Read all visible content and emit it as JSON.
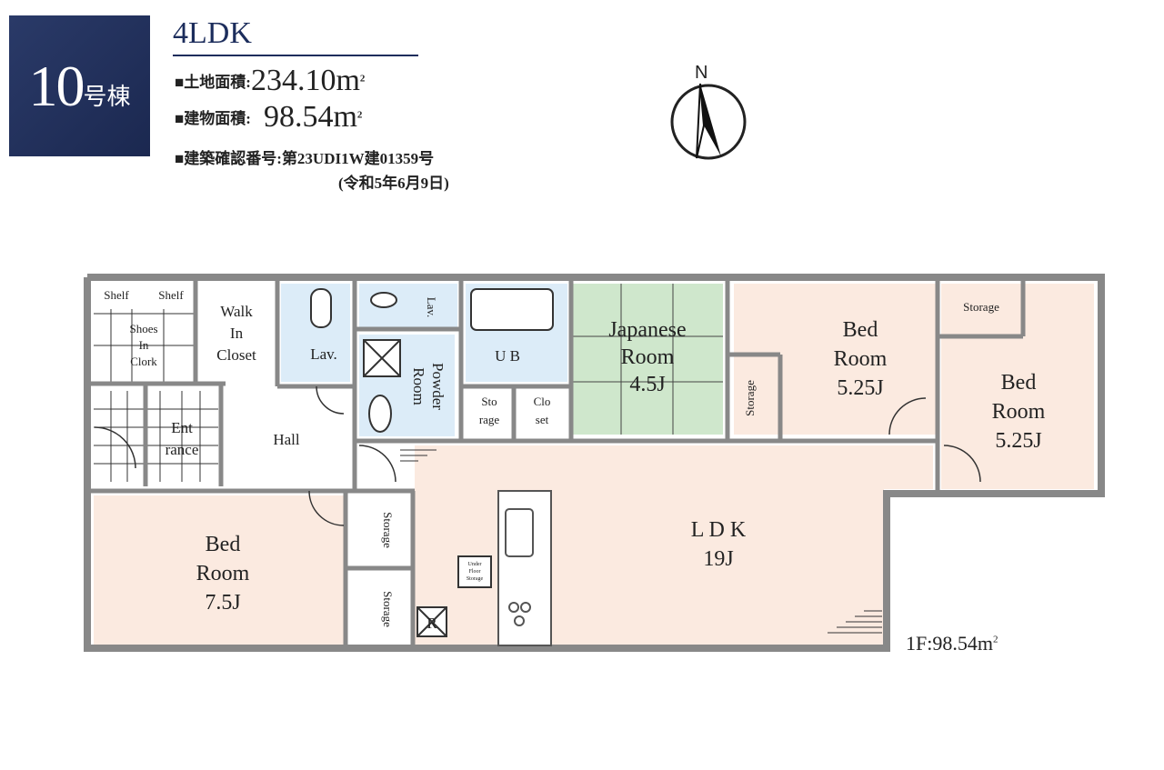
{
  "badge": {
    "number": "10",
    "suffix": "号棟"
  },
  "layout_type": "4LDK",
  "land_area": {
    "label": "■土地面積:",
    "value": "234.10",
    "unit": "m",
    "unit_sup": "2"
  },
  "building_area": {
    "label": "■建物面積:",
    "value": "98.54",
    "unit": "m",
    "unit_sup": "2"
  },
  "confirmation": {
    "label": "■建築確認番号:",
    "value": "第23UDI1W建01359号",
    "date": "(令和5年6月9日)"
  },
  "compass": {
    "north_label": "N"
  },
  "rooms": {
    "shelf_1": "Shelf",
    "shelf_2": "Shelf",
    "shoes_clork": [
      "Shoes",
      "In",
      "Clork"
    ],
    "walk_in_closet": [
      "Walk",
      "In",
      "Closet"
    ],
    "lav_1": "Lav.",
    "lav_2": "Lav.",
    "powder_room": [
      "Powder",
      "Room"
    ],
    "ub": "U B",
    "sto_rage": [
      "Sto",
      "rage"
    ],
    "clo_set": [
      "Clo",
      "set"
    ],
    "japanese_room": [
      "Japanese",
      "Room",
      "4.5J"
    ],
    "bed_room_north": [
      "Bed",
      "Room",
      "5.25J"
    ],
    "storage_vertical_north": "Storage",
    "storage_east": "Storage",
    "bed_room_east": [
      "Bed",
      "Room",
      "5.25J"
    ],
    "entrance": [
      "Ent",
      "rance"
    ],
    "hall": "Hall",
    "bed_room_west": [
      "Bed",
      "Room",
      "7.5J"
    ],
    "storage_lower_1": "Storage",
    "storage_lower_2": "Storage",
    "ldk": [
      "L D K",
      "19J"
    ],
    "refrigerator": "R",
    "under_floor_storage": [
      "Under",
      "Floor",
      "Storage"
    ]
  },
  "floor_area": {
    "label": "1F:98.54",
    "unit": "m",
    "unit_sup": "2"
  },
  "colors": {
    "badge_bg": "#1b2850",
    "title_text": "#1c2d5c",
    "wall": "#888888",
    "bedroom_fill": "#fbeae0",
    "japanese_fill": "#cfe7cc",
    "wet_fill": "#dcecf8",
    "floor_white": "#ffffff"
  }
}
